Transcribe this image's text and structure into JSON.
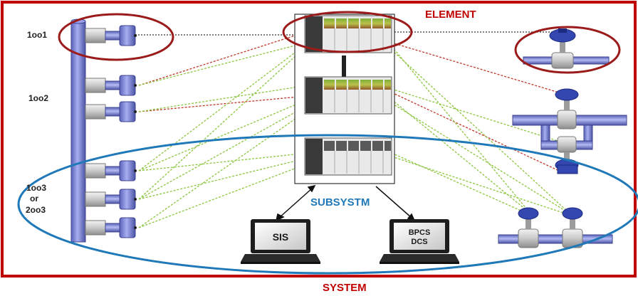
{
  "labels": {
    "element": "ELEMENT",
    "subsystem": "SUBSYSTM",
    "system": "SYSTEM"
  },
  "voting": {
    "v1oo1": "1oo1",
    "v1oo2": "1oo2",
    "v1oo3": "1oo3",
    "or": "or",
    "v2oo3": "2oo3"
  },
  "workstations": {
    "sis": "SIS",
    "bpcs_line1": "BPCS",
    "bpcs_line2": "DCS"
  },
  "colors": {
    "frame": "#c00000",
    "element_ellipse": "#9b1b1b",
    "subsystem_ellipse": "#1f78b8",
    "pipe": "#7c86d6",
    "link_red": "#c0392b",
    "link_green": "#8dc63f",
    "link_black": "#333333"
  }
}
